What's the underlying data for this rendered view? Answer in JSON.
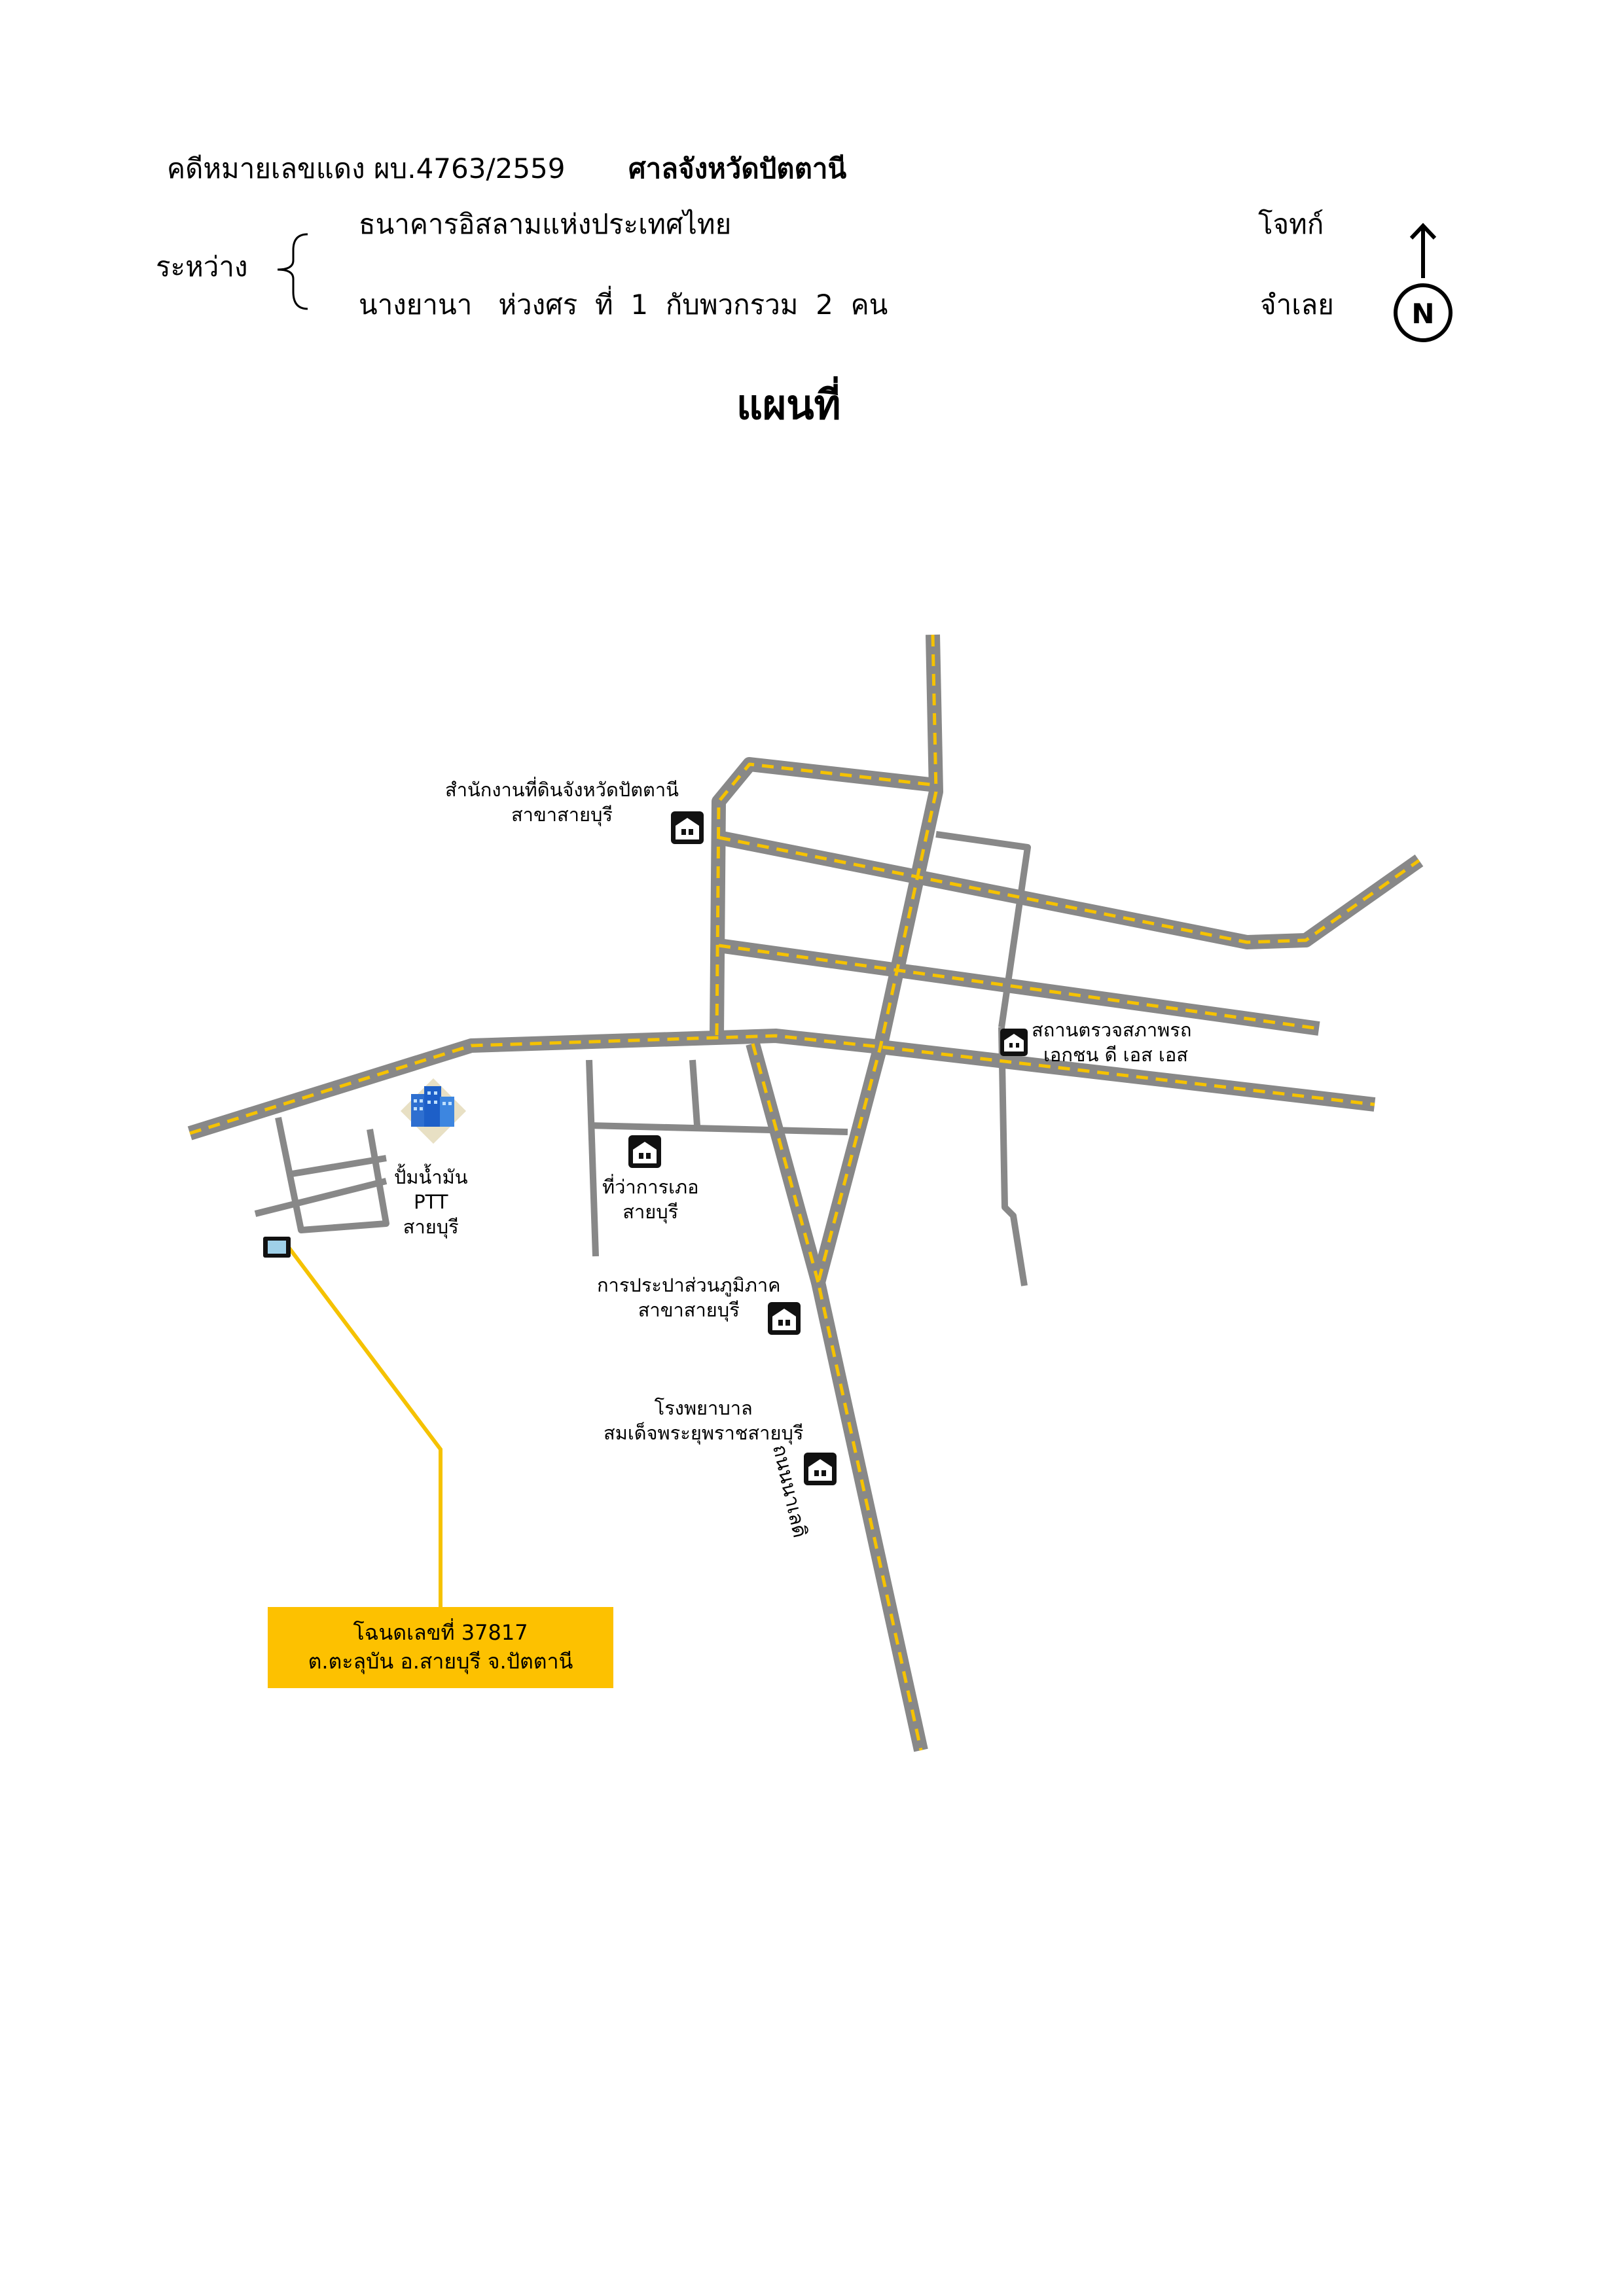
{
  "header": {
    "case_no": "คดีหมายเลขแดง ผบ.4763/2559",
    "court": "ศาลจังหวัดปัตตานี",
    "between": "ระหว่าง",
    "plaintiff_name": "ธนาคารอิสลามแห่งประเทศไทย",
    "plaintiff_role": "โจทก์",
    "defendant_name": "นางยานา   ห่วงศร  ที่  1  กับพวกรวม  2  คน",
    "defendant_role": "จำเลย",
    "north_letter": "N"
  },
  "title": "แผนที่",
  "map": {
    "road_name": "ถนนนาเลดิ",
    "landmarks": {
      "land_office": [
        "สำนักงานที่ดินจังหวัดปัตตานี",
        "สาขาสายบุรี"
      ],
      "inspection_station": [
        "สถานตรวจสภาพรถ",
        "เอกชน ดี เอส เอส"
      ],
      "ptt_station": [
        "ปั้มน้ำมัน",
        "PTT",
        "สายบุรี"
      ],
      "district_office": [
        "ที่ว่าการเภอ",
        "สายบุรี"
      ],
      "waterworks": [
        "การประปาส่วนภูมิภาค",
        "สาขาสายบุรี"
      ],
      "hospital": [
        "โรงพยาบาล",
        "สมเด็จพระยุพราชสายบุรี"
      ]
    },
    "deed": {
      "line1": "โฉนดเลขที่ 37817",
      "line2": "ต.ตะลุบัน  อ.สายบุรี จ.ปัตตานี"
    },
    "colors": {
      "road": "#888888",
      "road_line": "#f5c200",
      "deed_box": "#fdc100",
      "deed_pointer": "#f5c200"
    }
  }
}
